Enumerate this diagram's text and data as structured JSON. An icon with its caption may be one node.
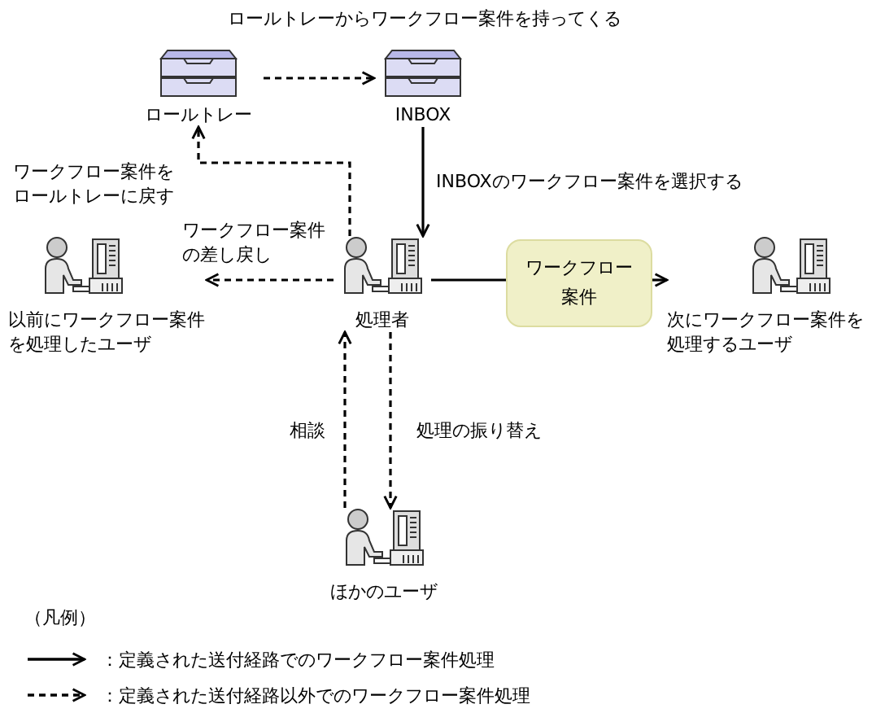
{
  "diagram": {
    "nodes": [
      {
        "text": [
          "ロールトレー"
        ]
      },
      {
        "text": [
          "INBOX"
        ]
      },
      {
        "text": [
          "処理者"
        ]
      },
      {
        "text": [
          "以前にワークフロー案件を処理したユーザ"
        ]
      },
      {
        "text": [
          "ワークフロー案件"
        ]
      },
      {
        "text": [
          "次にワークフロー案件を処理するユーザ"
        ]
      },
      {
        "text": [
          "ほかのユーザ"
        ]
      }
    ],
    "edges": [
      {
        "from": 0,
        "to": 1,
        "arrow": "to",
        "style": "dashed",
        "label": "ロールトレーからワークフロー案件を持ってくる"
      },
      {
        "from": 2,
        "to": 0,
        "arrow": "to",
        "style": "dashed",
        "label": "ワークフロー案件をロールトレーに戻す"
      },
      {
        "from": 1,
        "to": 2,
        "arrow": "to",
        "label": "INBOXのワークフロー案件を選択する"
      },
      {
        "from": 2,
        "to": 3,
        "arrow": "to",
        "style": "dashed",
        "label": "ワークフロー案件の差し戻し"
      },
      {
        "from": 2,
        "to": 4,
        "arrow": "none"
      },
      {
        "from": 4,
        "to": 5,
        "arrow": "to"
      },
      {
        "from": 6,
        "to": 2,
        "arrow": "to",
        "style": "dashed",
        "label": "相談"
      },
      {
        "from": 2,
        "to": 6,
        "arrow": "to",
        "style": "dashed",
        "label": "処理の振り替え"
      }
    ],
    "labels": [
      "（凡例）"
    ],
    "legend": [
      {
        "text": "：定義された送付経路でのワークフロー案件処理"
      },
      {
        "text": "：定義された送付経路以外でのワークフロー案件処理"
      }
    ]
  }
}
